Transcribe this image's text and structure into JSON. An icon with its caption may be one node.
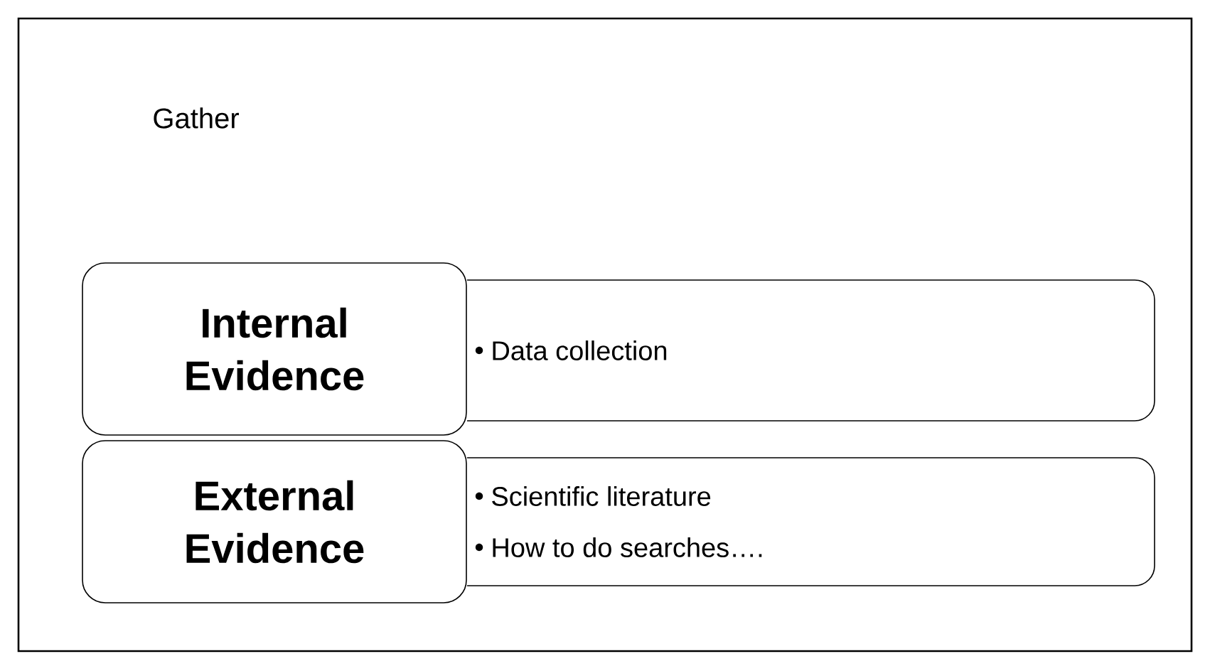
{
  "diagram": {
    "nodes": [
      {
        "text": [
          "Gather"
        ]
      },
      {
        "text": [
          "Internal Evidence"
        ],
        "in": 0
      },
      {
        "text": [
          "Data collection"
        ],
        "in": 0
      },
      {
        "text": [
          "External Evidence"
        ],
        "in": 0
      },
      {
        "text": [
          "Scientific literature",
          "How to do searches…."
        ],
        "in": 0
      }
    ]
  }
}
